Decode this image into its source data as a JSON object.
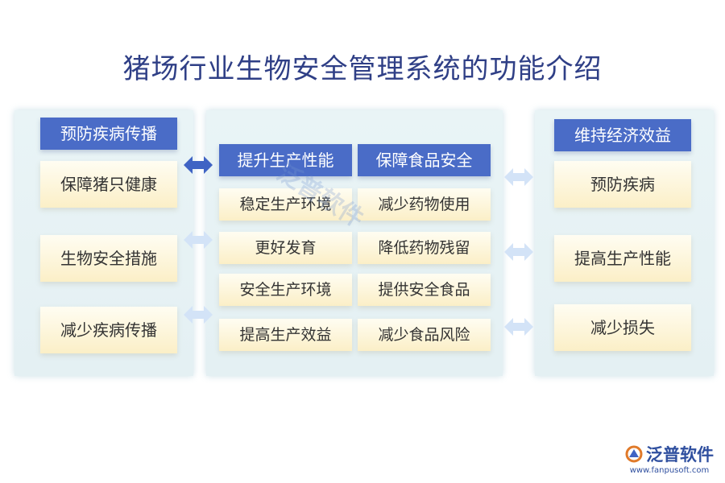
{
  "title": "猪场行业生物安全管理系统的功能介绍",
  "left": {
    "header": "预防疾病传播",
    "items": [
      "保障猪只健康",
      "生物安全措施",
      "减少疾病传播"
    ]
  },
  "center": {
    "col1": {
      "header": "提升生产性能",
      "items": [
        "稳定生产环境",
        "更好发育",
        "安全生产环境",
        "提高生产效益"
      ]
    },
    "col2": {
      "header": "保障食品安全",
      "items": [
        "减少药物使用",
        "降低药物残留",
        "提供安全食品",
        "减少食品风险"
      ]
    }
  },
  "right": {
    "header": "维持经济效益",
    "items": [
      "预防疾病",
      "提高生产性能",
      "减少损失"
    ]
  },
  "watermark": "泛普软件",
  "logo": {
    "name": "泛普软件",
    "url": "www.fanpusoft.com"
  },
  "colors": {
    "header": "#4a6cc7",
    "arrow_dark": "#3f63c4",
    "arrow_light": "#cfe0f6",
    "title": "#2f3f86"
  },
  "icons": [
    "double-arrow-icon",
    "logo-icon"
  ]
}
